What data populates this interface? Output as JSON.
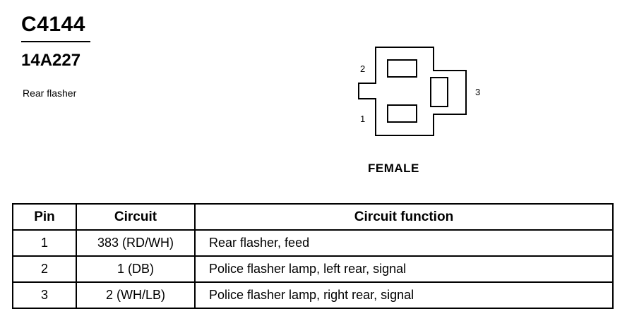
{
  "connector": {
    "id": "C4144",
    "part_number": "14A227",
    "description": "Rear flasher",
    "gender": "FEMALE",
    "pin_labels": [
      "2",
      "3",
      "1"
    ]
  },
  "table": {
    "headers": [
      "Pin",
      "Circuit",
      "Circuit function"
    ],
    "rows": [
      {
        "pin": "1",
        "circuit": "383 (RD/WH)",
        "function": "Rear flasher, feed"
      },
      {
        "pin": "2",
        "circuit": "1 (DB)",
        "function": "Police flasher lamp, left rear, signal"
      },
      {
        "pin": "3",
        "circuit": "2 (WH/LB)",
        "function": "Police flasher lamp, right rear, signal"
      }
    ]
  }
}
